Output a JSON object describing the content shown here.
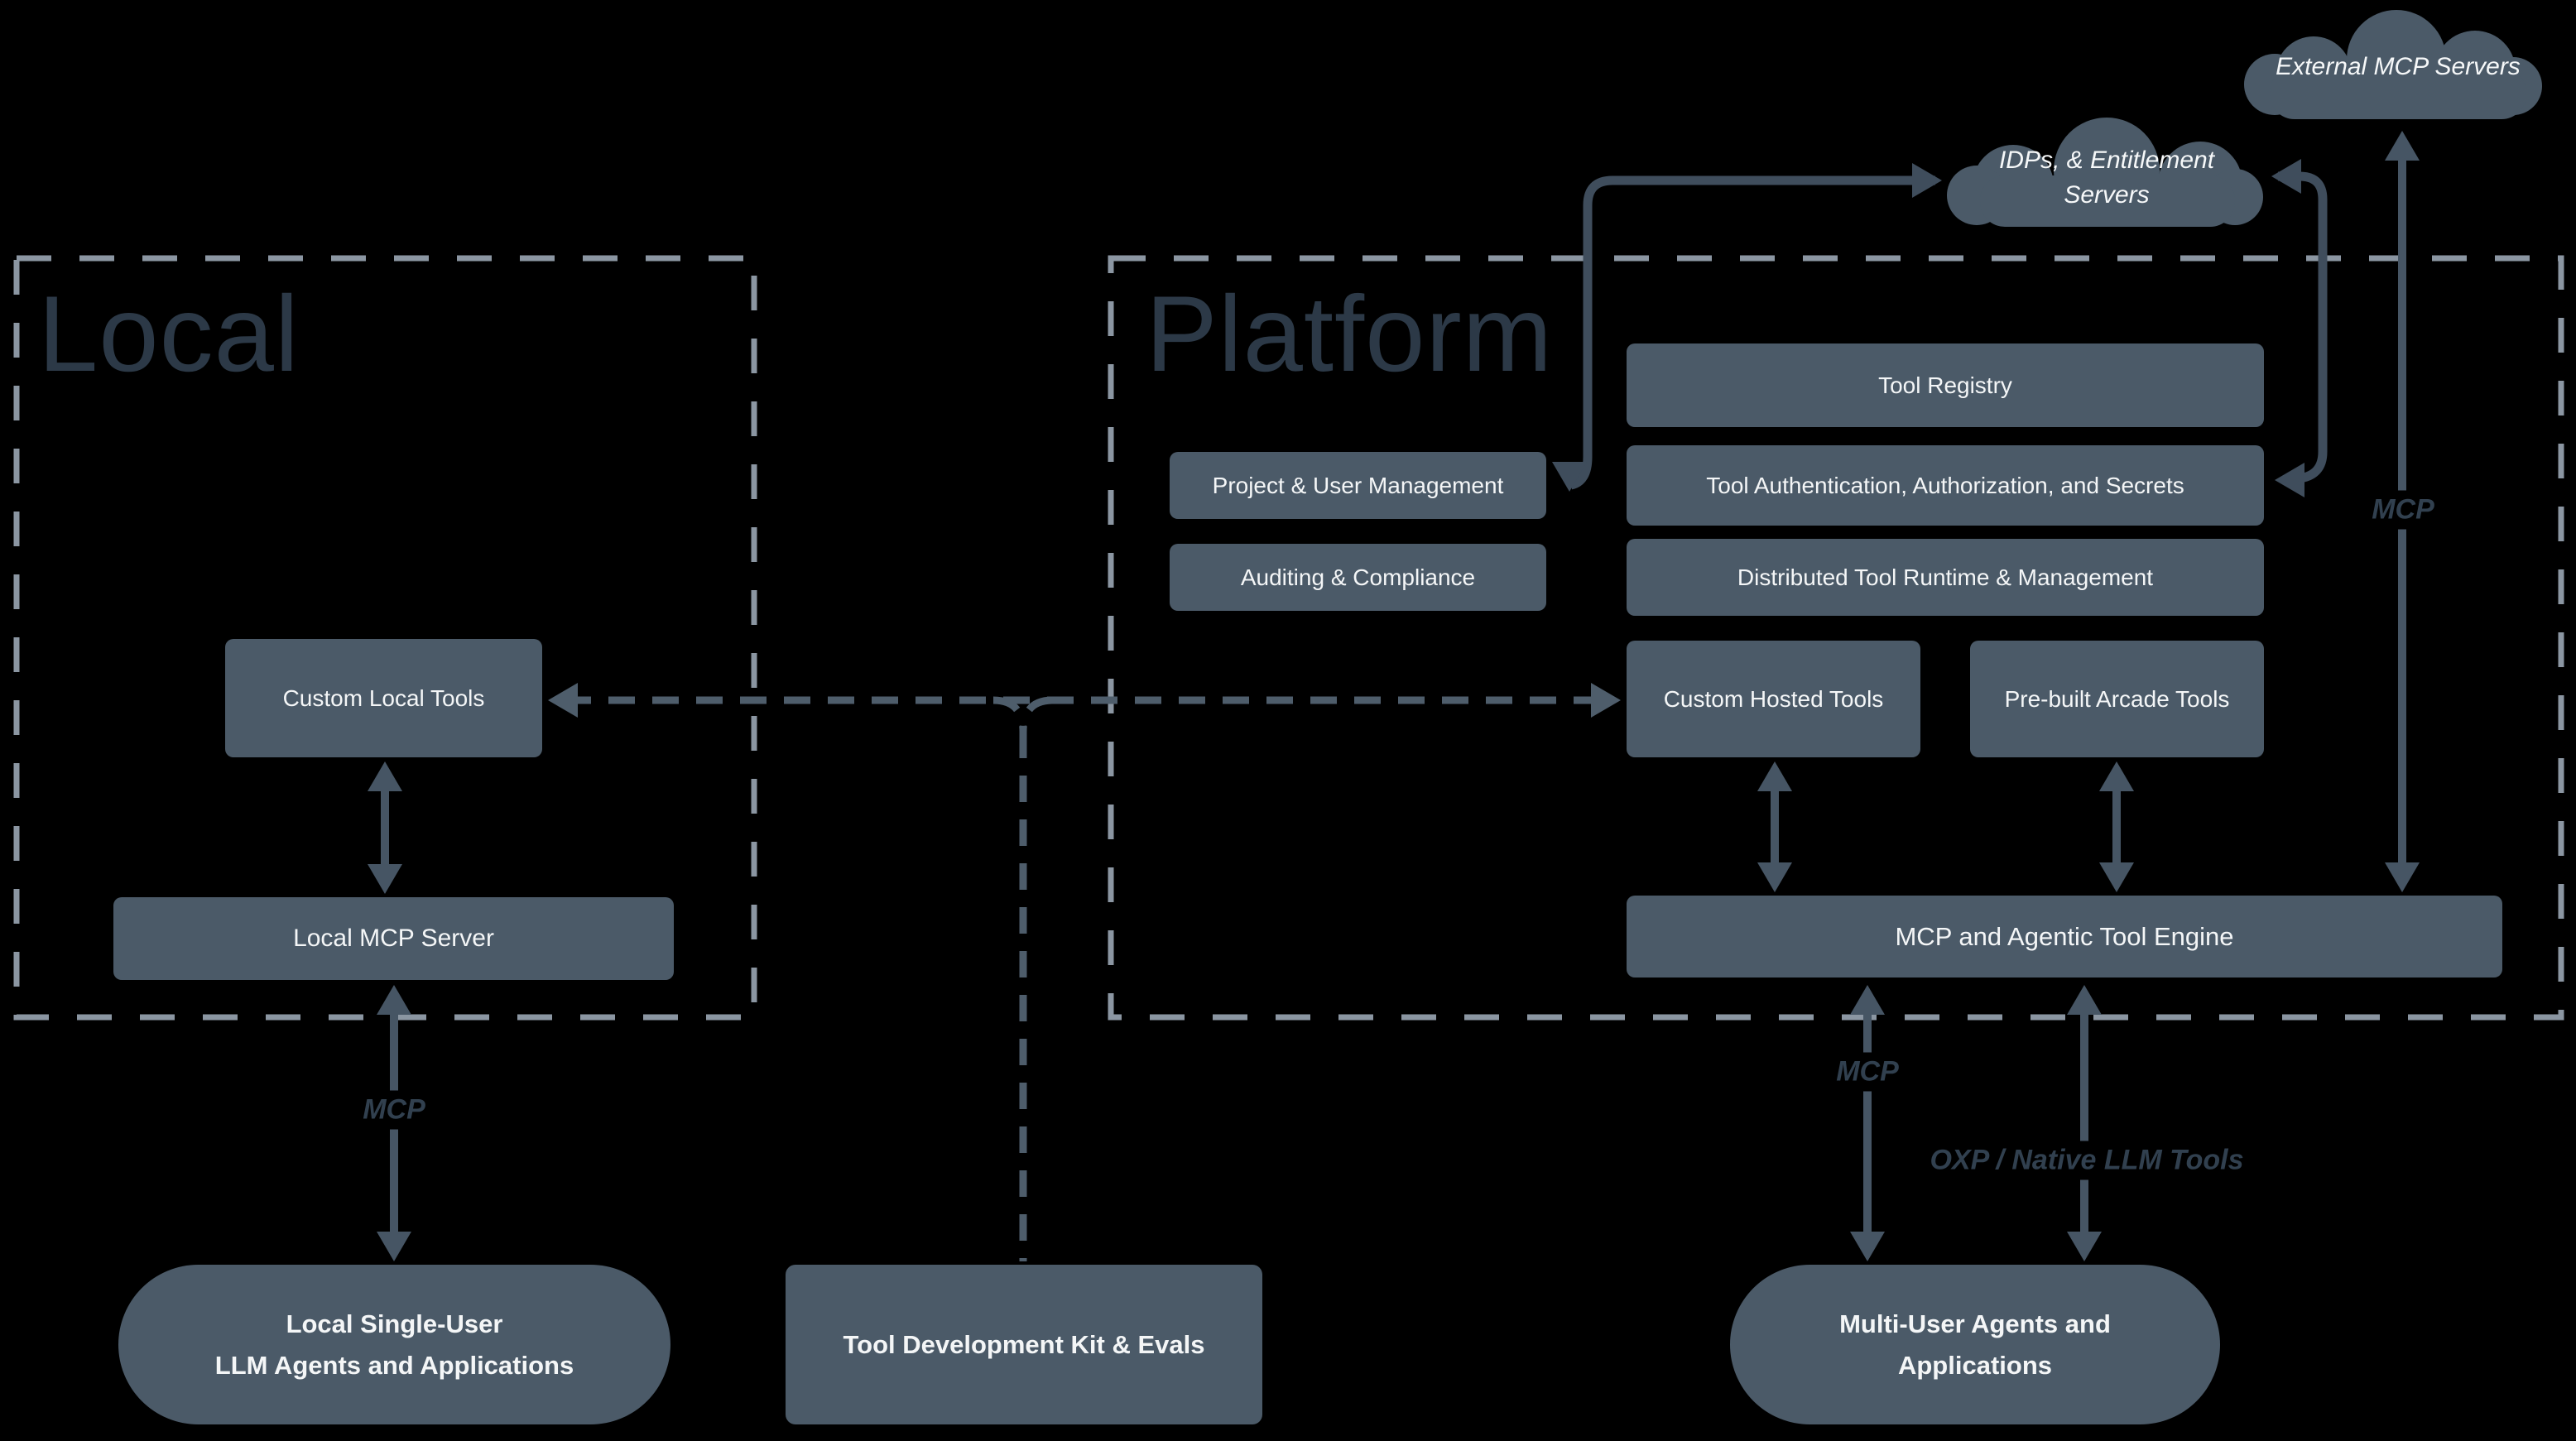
{
  "regions": {
    "local_title": "Local",
    "platform_title": "Platform"
  },
  "clouds": {
    "external": "External MCP Servers",
    "idps": "IDPs, & Entitlement Servers"
  },
  "nodes": {
    "custom_local_tools": "Custom Local Tools",
    "local_mcp_server": "Local MCP Server",
    "tool_registry": "Tool Registry",
    "project_user_management": "Project & User Management",
    "tool_auth": "Tool Authentication, Authorization, and Secrets",
    "auditing_compliance": "Auditing & Compliance",
    "distributed_runtime": "Distributed Tool Runtime & Management",
    "custom_hosted_tools": "Custom Hosted Tools",
    "prebuilt_arcade_tools": "Pre-built Arcade Tools",
    "mcp_engine": "MCP and Agentic Tool Engine",
    "local_agents": "Local Single-User\nLLM Agents and Applications",
    "tool_dev_kit": "Tool Development Kit & Evals",
    "multi_user_agents": "Multi-User Agents and\nApplications"
  },
  "edge_labels": {
    "mcp_local": "MCP",
    "mcp_multi": "MCP",
    "oxp_multi": "OXP / Native LLM Tools",
    "mcp_external": "MCP"
  },
  "colors": {
    "background": "#000000",
    "node_fill": "#4b5a68",
    "node_text": "#f4f6f7",
    "region_title": "#2c3947",
    "arrow": "#465564",
    "dashed_connector": "#4e5d6b",
    "dashed_border": "#8b96a2",
    "edge_label": "#31404f"
  }
}
